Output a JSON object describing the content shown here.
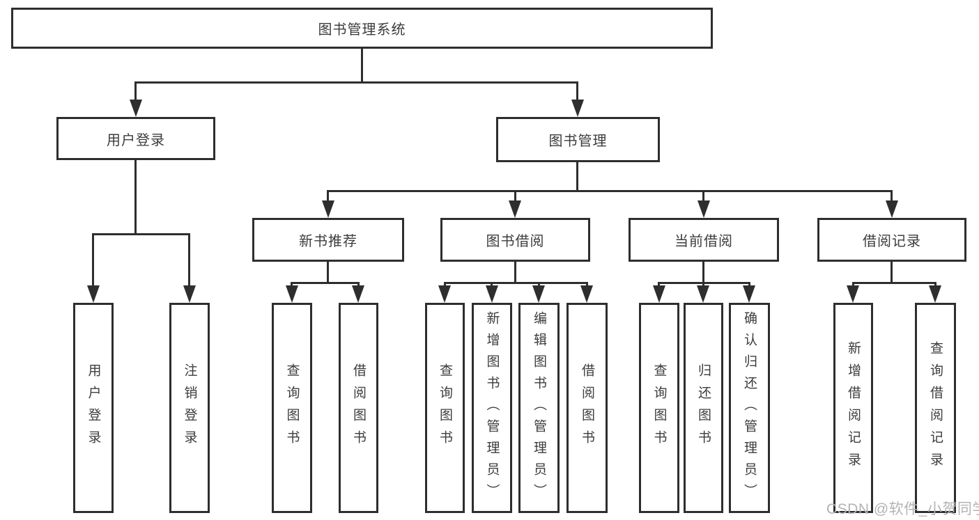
{
  "root": {
    "label": "图书管理系统"
  },
  "level2": {
    "user_login": {
      "label": "用户登录"
    },
    "book_mgmt": {
      "label": "图书管理"
    }
  },
  "level3": {
    "new_books": {
      "label": "新书推荐"
    },
    "book_borrow": {
      "label": "图书借阅"
    },
    "current_borrow": {
      "label": "当前借阅"
    },
    "borrow_records": {
      "label": "借阅记录"
    }
  },
  "leaves": {
    "user_login": {
      "label": "用户登录"
    },
    "logout": {
      "label": "注销登录"
    },
    "query_books_1": {
      "label": "查询图书"
    },
    "borrow_books_1": {
      "label": "借阅图书"
    },
    "query_books_2": {
      "label": "查询图书"
    },
    "add_books_admin": {
      "label": "新增图书（管理员）"
    },
    "edit_books_admin": {
      "label": "编辑图书（管理员）"
    },
    "borrow_books_2": {
      "label": "借阅图书"
    },
    "query_books_3": {
      "label": "查询图书"
    },
    "return_books": {
      "label": "归还图书"
    },
    "confirm_return_admin": {
      "label": "确认归还（管理员）"
    },
    "add_borrow_record": {
      "label": "新增借阅记录"
    },
    "query_borrow_record": {
      "label": "查询借阅记录"
    }
  },
  "watermark": {
    "text": "CSDN @软件_小贺同学"
  },
  "colors": {
    "line": "#2e2e2e",
    "text": "#3c3c3c",
    "background": "#ffffff",
    "watermark": "#b3b3b3"
  }
}
